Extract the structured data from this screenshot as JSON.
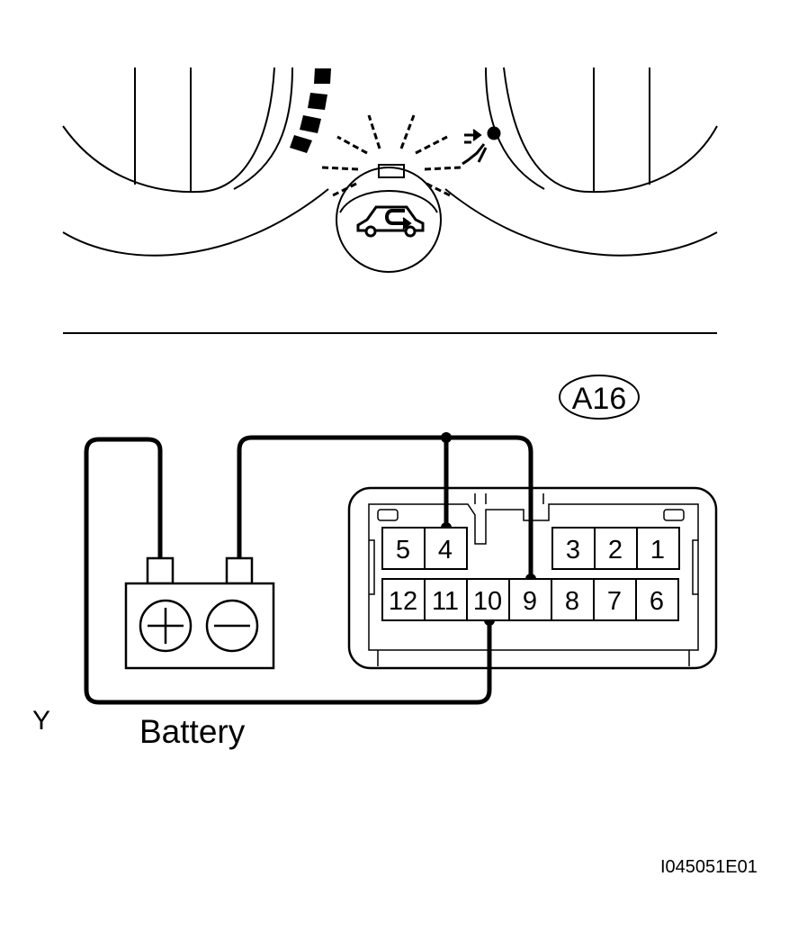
{
  "connector": {
    "label": "A16",
    "top_row": [
      "5",
      "4",
      "3",
      "2",
      "1"
    ],
    "bottom_row": [
      "12",
      "11",
      "10",
      "9",
      "8",
      "7",
      "6"
    ]
  },
  "battery": {
    "label": "Battery",
    "positive_symbol": "plus-icon",
    "negative_symbol": "minus-icon"
  },
  "side_label": "Y",
  "figure_code": "I045051E01",
  "indicator_icon": "car-recirculation-icon",
  "air_vent_icon": "face-vent-icon",
  "colors": {
    "line": "#000000",
    "background": "#ffffff"
  }
}
